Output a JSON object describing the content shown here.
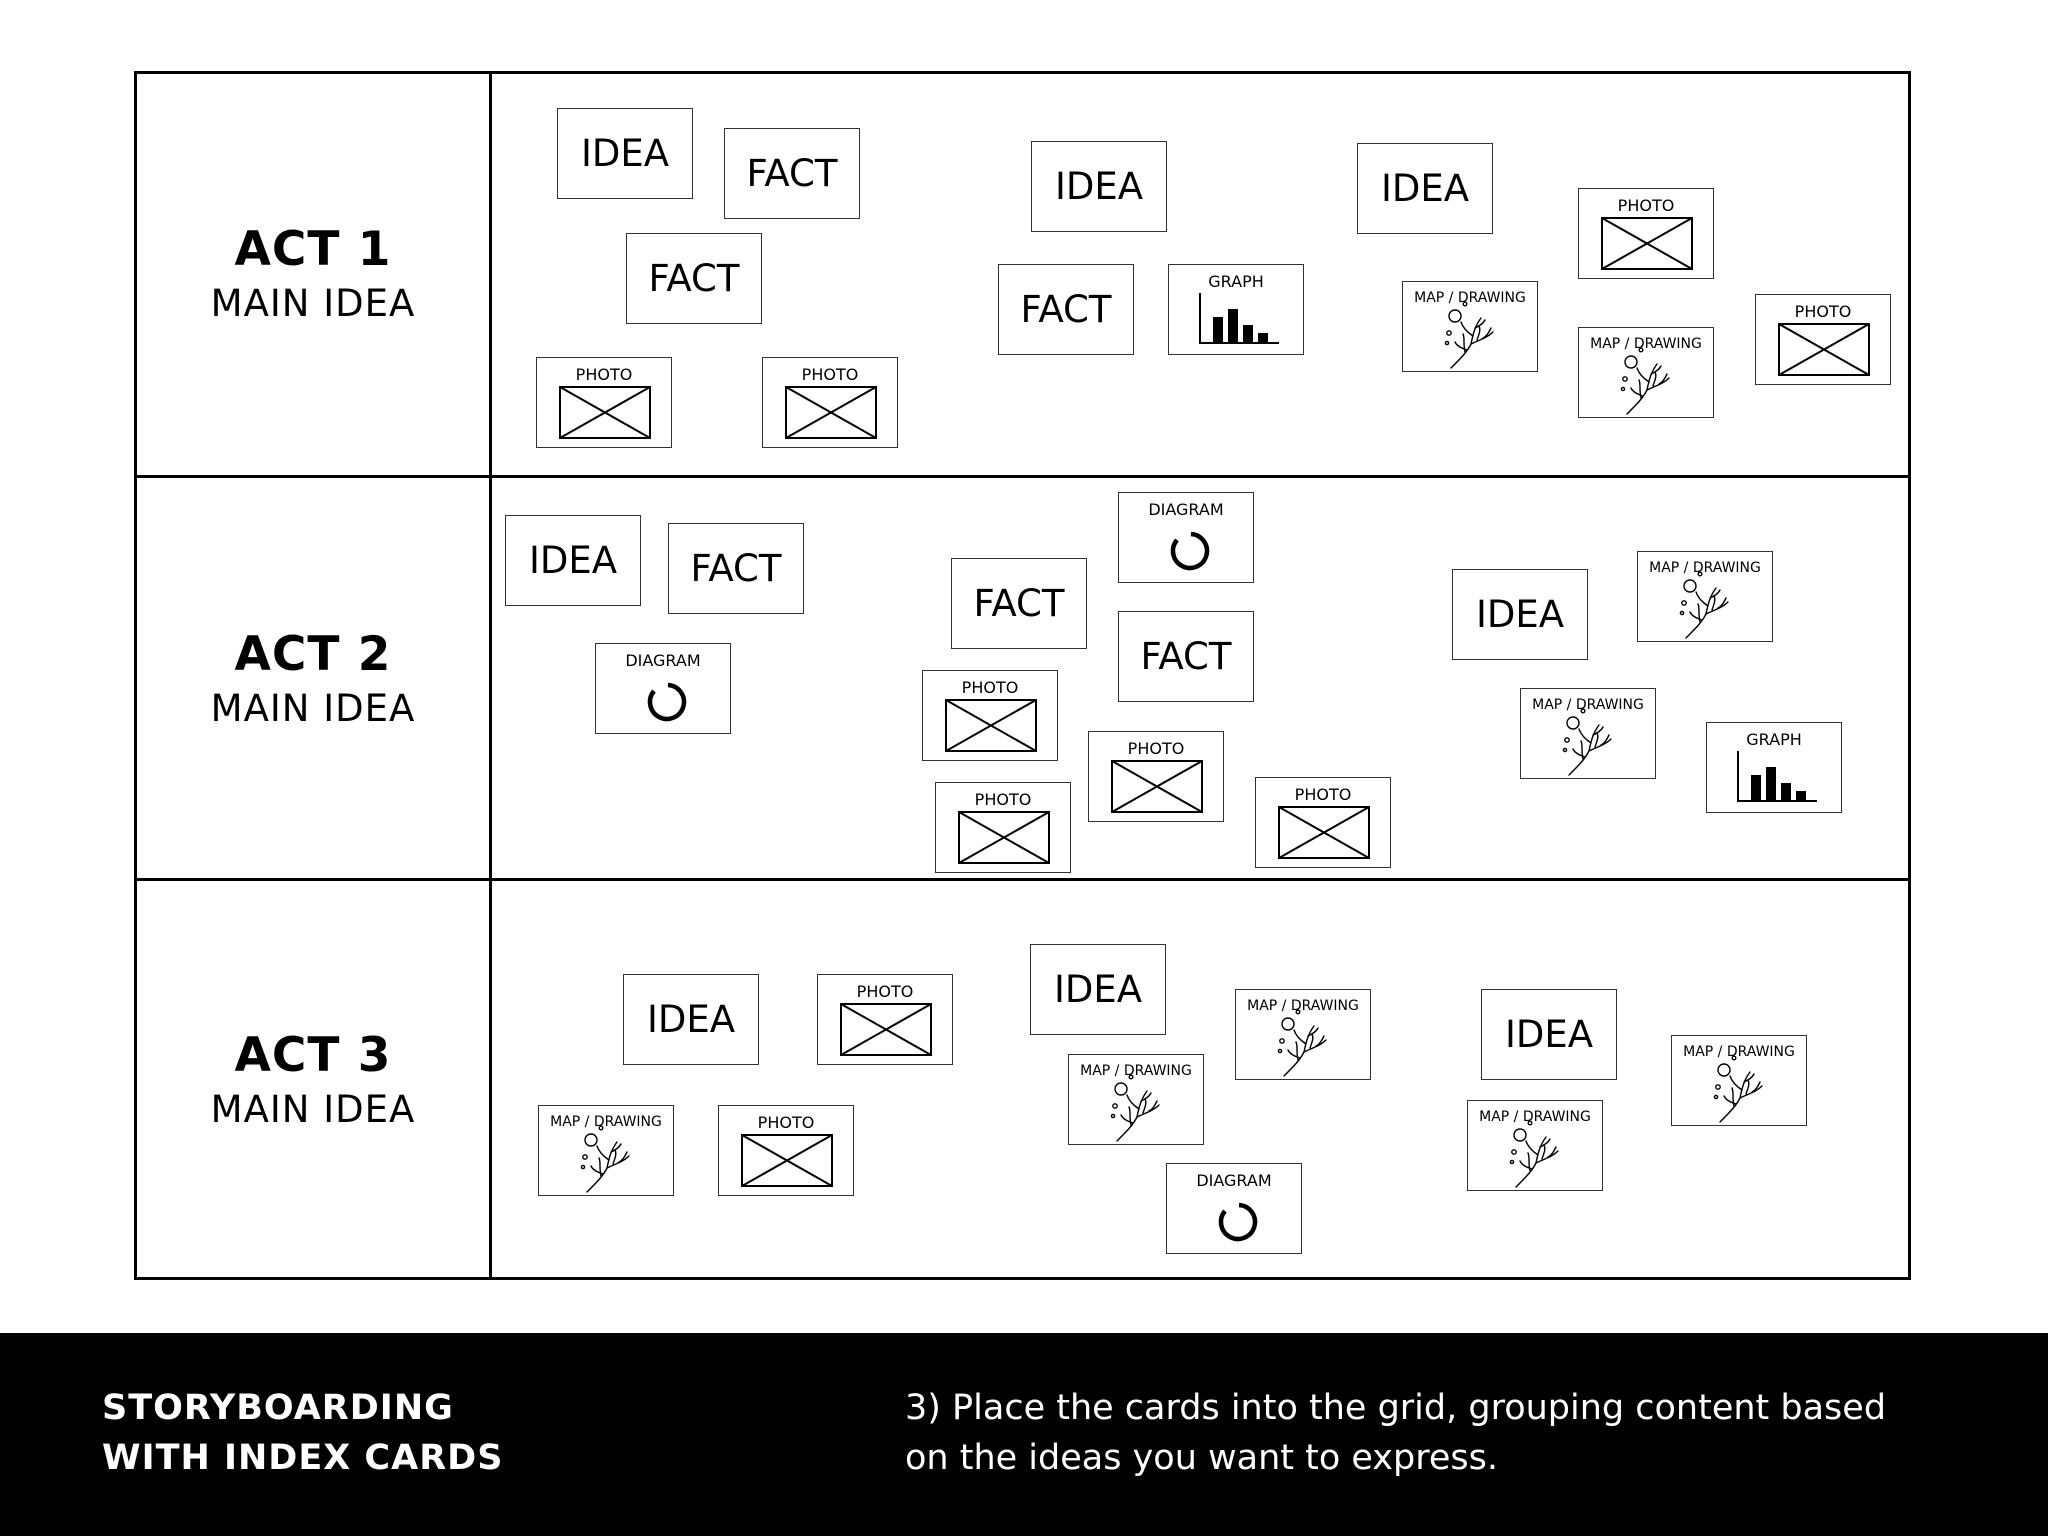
{
  "acts": [
    {
      "title": "ACT 1",
      "subtitle": "MAIN IDEA"
    },
    {
      "title": "ACT 2",
      "subtitle": "MAIN IDEA"
    },
    {
      "title": "ACT 3",
      "subtitle": "MAIN IDEA"
    }
  ],
  "card_labels": {
    "idea": "IDEA",
    "fact": "FACT",
    "photo": "PHOTO",
    "graph": "GRAPH",
    "diagram": "DIAGRAM",
    "map": "MAP / DRAWING"
  },
  "footer": {
    "title_line1": "STORYBOARDING",
    "title_line2": "WITH INDEX CARDS",
    "text_line1": "3) Place the cards into the grid, grouping content based",
    "text_line2": "on the ideas you want to express."
  },
  "colors": {
    "background": "#ffffff",
    "ink": "#000000",
    "footer_bg": "#000000",
    "footer_text": "#ffffff"
  }
}
